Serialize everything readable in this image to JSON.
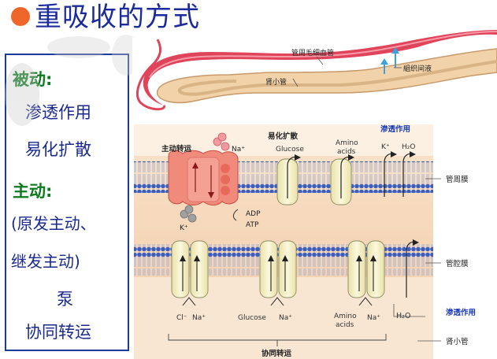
{
  "title": "重吸收的方式",
  "left_panel": {
    "passive_heading": "被动:",
    "osmosis": "渗透作用",
    "facilitated_diffusion": "易化扩散",
    "active_heading": "主动:",
    "active_line1": "(原发主动、",
    "active_line2": "继发主动)",
    "pump": "泵",
    "cotransport": "协同转运"
  },
  "diagram": {
    "capillary_label": "管周毛细血管",
    "interstitial_label": "組织间液",
    "tubule_label_top": "肾小管",
    "active_transport_label": "主动转运",
    "facilitated_label": "易化扩散",
    "osmosis_label_top": "渗透作用",
    "osmosis_label_bottom": "渗透作用",
    "peritubular_membrane": "管周膜",
    "luminal_membrane": "管腔膜",
    "tubule_label_bottom": "肾小管",
    "cotransport_label": "协同转运",
    "na_top": "Na⁺",
    "k_left": "K⁺",
    "adp": "ADP",
    "atp": "ATP",
    "glucose_top": "Glucose",
    "amino_top_1": "Amino",
    "amino_top_2": "acids",
    "k_right": "K⁺",
    "h2o_top": "H₂O",
    "cl_bottom": "Cl⁻",
    "na_bottom_1": "Na⁺",
    "glucose_bottom": "Glucose",
    "na_bottom_2": "Na⁺",
    "amino_bottom_1": "Amino",
    "amino_bottom_2": "acids",
    "na_bottom_3": "Na⁺",
    "h2o_bottom": "H₂O"
  },
  "colors": {
    "title": "#1b2a9c",
    "title_dot": "#f0662a",
    "green_heading": "#0d7a1d",
    "panel_border": "#1a3b9a",
    "osmosis_label": "#1a3bb5",
    "membrane_head": "#3a5fc0",
    "channel_fill": "#f7f2c8",
    "pump_fill": "#f08a7a",
    "capillary": "#e0445a",
    "tubule": "#f2d2a8",
    "cell_bg": "#f7dcc0"
  },
  "icons": [
    "circle-bullet-icon",
    "up-arrow-icon",
    "na-ion-icon",
    "k-ion-icon"
  ]
}
